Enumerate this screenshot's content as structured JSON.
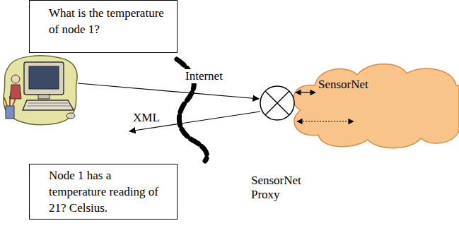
{
  "diagram": {
    "nodes": [
      {
        "text": [
          "What is the temperature of node 1?"
        ]
      },
      {
        "text": [
          "Node 1 has a temperature reading of 21? Celsius."
        ]
      },
      {
        "text": [
          "SensorNet"
        ]
      }
    ],
    "labels": [
      "Internet",
      "XML",
      "SensorNet Proxy"
    ]
  }
}
